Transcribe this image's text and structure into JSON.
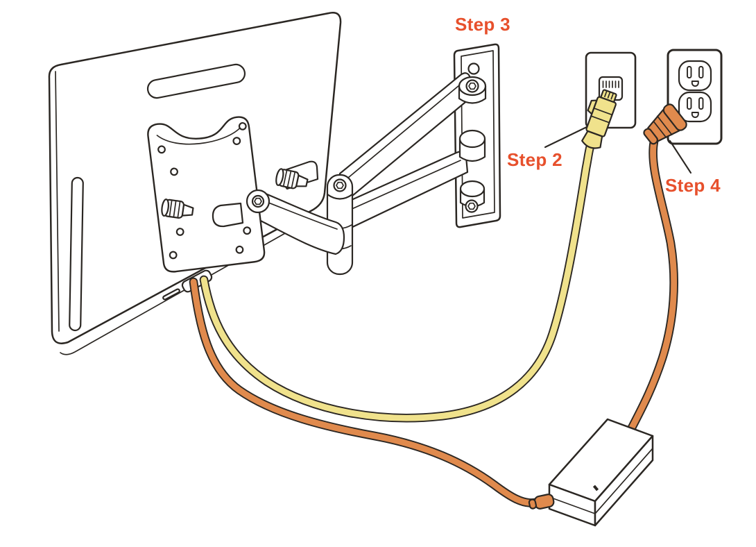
{
  "diagram": {
    "type": "monitor-wall-mount-setup-instructions",
    "labels": {
      "step2": "Step 2",
      "step3": "Step 3",
      "step4": "Step 4"
    },
    "colors": {
      "outline": "#2b2723",
      "label": "#e7502c",
      "ethernet_cable": "#f0e28c",
      "power_cable": "#e08a4d",
      "background": "#ffffff"
    },
    "components": [
      "monitor-back-panel",
      "vesa-mount-plate",
      "articulating-arm",
      "wall-mount-bracket",
      "ethernet-wall-jack",
      "ethernet-cable",
      "rj45-connector",
      "power-outlet",
      "power-plug",
      "power-cord",
      "power-adapter",
      "dc-connector"
    ]
  }
}
